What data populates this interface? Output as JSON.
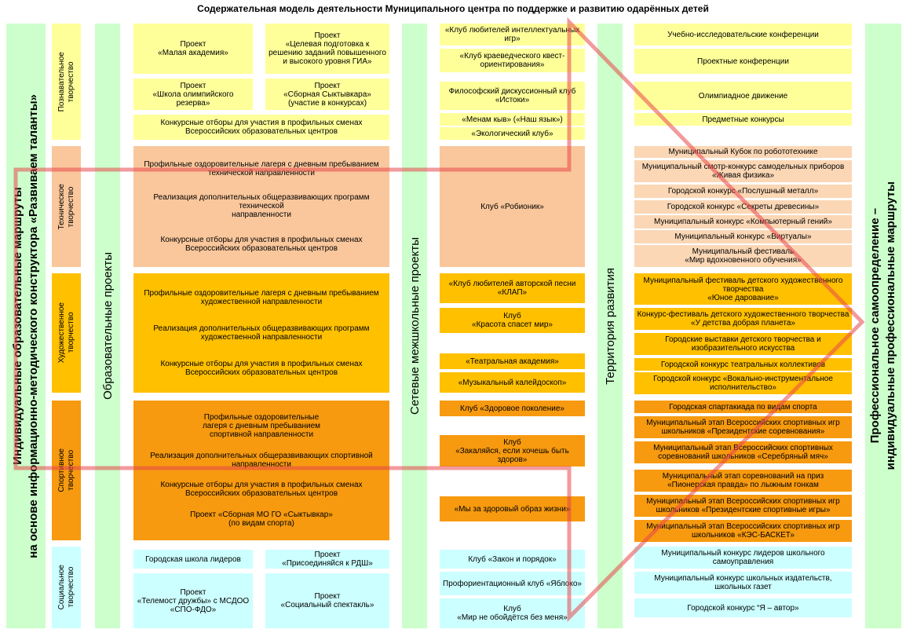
{
  "title": "Содержательная модель деятельности Муниципального центра по поддержке и развитию одарённых детей",
  "left_label": "Индивидуальные образовательные маршруты\nна основе информационно-методического конструктора «Развиваем таланты»",
  "left_label_line1": "Индивидуальные образовательные маршруты",
  "left_label_line2": "на основе информационно-методического конструктора «Развиваем таланты»",
  "right_label_line1": "Профессиональное самоопределение –",
  "right_label_line2": "индивидуальные профессиональные маршруты",
  "column_labels": {
    "edu_projects": "Образовательные проекты",
    "network": "Сетевые межшкольные проекты",
    "territory": "Территория развития"
  },
  "categories": [
    {
      "label": "Познавательное\nтворчество"
    },
    {
      "label": "Техническое\nтворчество"
    },
    {
      "label": "Художественное\nтворчество"
    },
    {
      "label": "Спортивное\nтворчество"
    },
    {
      "label": "Социальное\nтворчество"
    }
  ],
  "edu": {
    "p1": "Проект\n«Малая академия»",
    "p2": "Проект\n«Целевая подготовка к решению заданий повышенного и высокого уровня ГИА»",
    "p3": "Проект\n«Школа олимпийского резерва»",
    "p4": "Проект\n«Сборная Сыктывкара» (участие в конкурсах)",
    "p5": "Конкурсные отборы для участия в профильных сменах Всероссийских образовательных центров",
    "t1": "Профильные оздоровительные лагеря с дневным пребыванием\nтехнической направленности",
    "t2": "Реализация дополнительных общеразвивающих программ технической\nнаправленности",
    "t3": "Конкурсные отборы для участия в профильных сменах Всероссийских образовательных центров",
    "h1": "Профильные оздоровительные лагеря с дневным пребыванием\nхудожественной направленности",
    "h2": "Реализация дополнительных общеразвивающих программ художественной направленности",
    "h3": "Конкурсные отборы для участия в профильных сменах Всероссийских образовательных центров",
    "s1": "Профильные оздоровительные лагеря с дневным пребыванием\nспортивной направленности",
    "s2": "Реализация дополнительных общеразвивающих спортивной направленности",
    "s3": "Конкурсные отборы для участия в профильных сменах Всероссийских образовательных центров",
    "s4": "Проект «Сборная МО ГО «Сыктывкар»\n(по видам спорта)",
    "c1": "Городская школа лидеров",
    "c2": "Проект\n«Присоединяйся к РДШ»",
    "c3": "Проект\n«Телемост дружбы» с МСДОО «СПО-ФДО»",
    "c4": "Проект\n«Социальный спектакль»"
  },
  "net": {
    "n1": "«Клуб любителей интеллектуальных игр»",
    "n2": "«Клуб краеведческого квест-ориентирования»",
    "n3": "Философский дискуссионный клуб «Истоки»",
    "n4": "«Менам кыв» («Наш язык»)",
    "n5": "«Экологический клуб»",
    "n6": "Клуб «Робионик»",
    "n7": "«Клуб любителей авторской песни «КЛАП»",
    "n8": "Клуб\n«Красота спасет мир»",
    "n9": "«Театральная академия»",
    "n10": "«Музыкальный калейдоскоп»",
    "n11": "Клуб «Здоровое поколение»",
    "n12": "Клуб\n«Закаляйся, если хочешь быть здоров»",
    "n13": "«Мы за здоровый образ жизни»",
    "n14": "Клуб «Закон и порядок»",
    "n15": "Профориентационный клуб «Яблоко»",
    "n16": "Клуб\n«Мир не обойдётся без меня»"
  },
  "terr": {
    "r1": "Учебно-исследовательские конференции",
    "r2": "Проектные конференции",
    "r3": "Олимпиадное движение",
    "r4": "Предметные конкурсы",
    "r5": "Муниципальный Кубок по робототехнике",
    "r6": "Муниципальный смотр-конкурс самодельных приборов «Живая физика»",
    "r7": "Городской конкурс «Послушный металл»",
    "r8": "Городской конкурс «Секреты древесины»",
    "r9": "Муниципальный конкурс «Компьютерный гений»",
    "r10": "Муниципальный конкурс «Виртуалы»",
    "r11": "Муниципальный фестиваль\n«Мир вдохновенного обучения»",
    "r12": "Муниципальный фестиваль детского художественного творчества\n«Юное дарование»",
    "r13": "Конкурс-фестиваль детского художественного творчества «У детства добрая планета»",
    "r14": "Городские выставки детского творчества и изобразительного искусства",
    "r15": "Городской конкурс театральных коллективов",
    "r16": "Городской конкурс «Вокально-инструментальное исполнительство»",
    "r17": "Городская спартакиада по видам спорта",
    "r18": "Муниципальный этап Всероссийских спортивных игр школьников «Президентские соревнования»",
    "r19": "Муниципальный этап Всероссийских спортивных соревнований школьников «Серебряный мяч»",
    "r20": "Муниципальный этап соревнований на приз\n«Пионерская правда» по лыжным гонкам",
    "r21": "Муниципальный этап Всероссийских спортивных игр школьников «Президентские спортивные игры»",
    "r22": "Муниципальный этап Всероссийских спортивных игр школьников «КЭС-БАСКЕТ»",
    "r23": "Муниципальный конкурс лидеров школьного самоуправления",
    "r24": "Муниципальный конкурс школьных издательств, школьных газет",
    "r25": "Городской конкурс “Я – автор»"
  },
  "colors": {
    "cognitive": "#ffff9a",
    "technical": "#fac79c",
    "artistic": "#ffc000",
    "sport": "#f79a0f",
    "social": "#ccffff",
    "side": "#ccffcc",
    "arrow": "#e8474b"
  }
}
